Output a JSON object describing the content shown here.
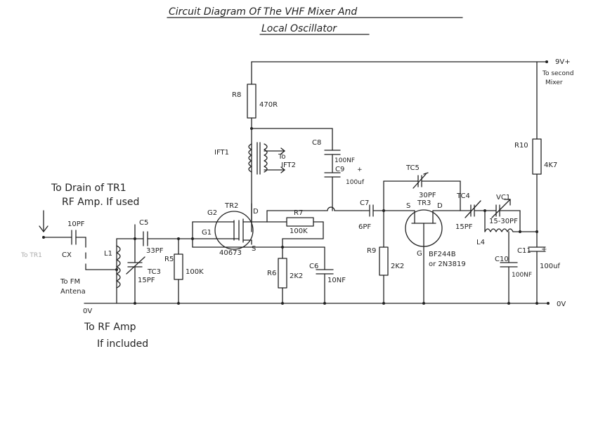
{
  "title_line1": "Circuit Diagram Of The VHF Mixer And",
  "title_line2": "Local Oscillator",
  "labels": {
    "supply": "9V+",
    "supply_note_1": "To second",
    "supply_note_2": "Mixer",
    "ground_right": "0V",
    "ground_left": "0V",
    "drain_note_1": "To Drain of TR1",
    "drain_note_2": "RF Amp. If used",
    "to_tr1": "To TR1",
    "cx": "CX",
    "to_fm_1": "To FM",
    "to_fm_2": "Antena",
    "rfamp_1": "To RF Amp",
    "rfamp_2": "If included",
    "r8": "R8",
    "r8_val": "470R",
    "ift1": "IFT1",
    "to_ift2_1": "To",
    "to_ift2_2": "IFT2",
    "c8": "C8",
    "c8_val": "100NF",
    "c9": "C9",
    "c9_val": "100uf",
    "tr2": "TR2",
    "g2": "G2",
    "g1": "G1",
    "d2": "D",
    "s2": "S",
    "tr2_part": "40673",
    "r7": "R7",
    "r7_val": "100K",
    "r6": "R6",
    "r6_val": "2K2",
    "c6": "C6",
    "c6_val": "10NF",
    "c7": "C7",
    "c7_val": "6PF",
    "r9": "R9",
    "r9_val": "2K2",
    "tc5": "TC5",
    "tc5_val": "30PF",
    "tr3": "TR3",
    "s3": "S",
    "d3": "D",
    "g3": "G",
    "tr3_part_1": "BF244B",
    "tr3_part_2": "or 2N3819",
    "tc4": "TC4",
    "tc4_val": "15PF",
    "vc1": "VC1",
    "vc1_val": "15-30PF",
    "l4": "L4",
    "c10": "C10",
    "c10_val": "100NF",
    "c11": "C11",
    "c11_val": "100uf",
    "r10": "R10",
    "r10_val": "4K7",
    "c_in_val": "10PF",
    "c5": "C5",
    "c5_val": "33PF",
    "l1": "L1",
    "tc3": "TC3",
    "tc3_val": "15PF",
    "r5": "R5",
    "r5_val": "100K",
    "plus": "+"
  }
}
